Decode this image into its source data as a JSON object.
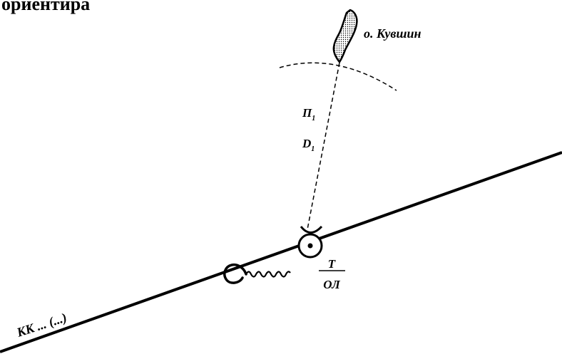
{
  "title": "ориентира",
  "labels": {
    "landmark": "о. Кувшин",
    "bearing": "П",
    "bearing_sub": "1",
    "distance": "D",
    "distance_sub": "1",
    "fix_top": "Т",
    "fix_bottom": "ОЛ",
    "course": "КК ... (...)"
  },
  "colors": {
    "ink": "#000000",
    "background": "#ffffff"
  }
}
